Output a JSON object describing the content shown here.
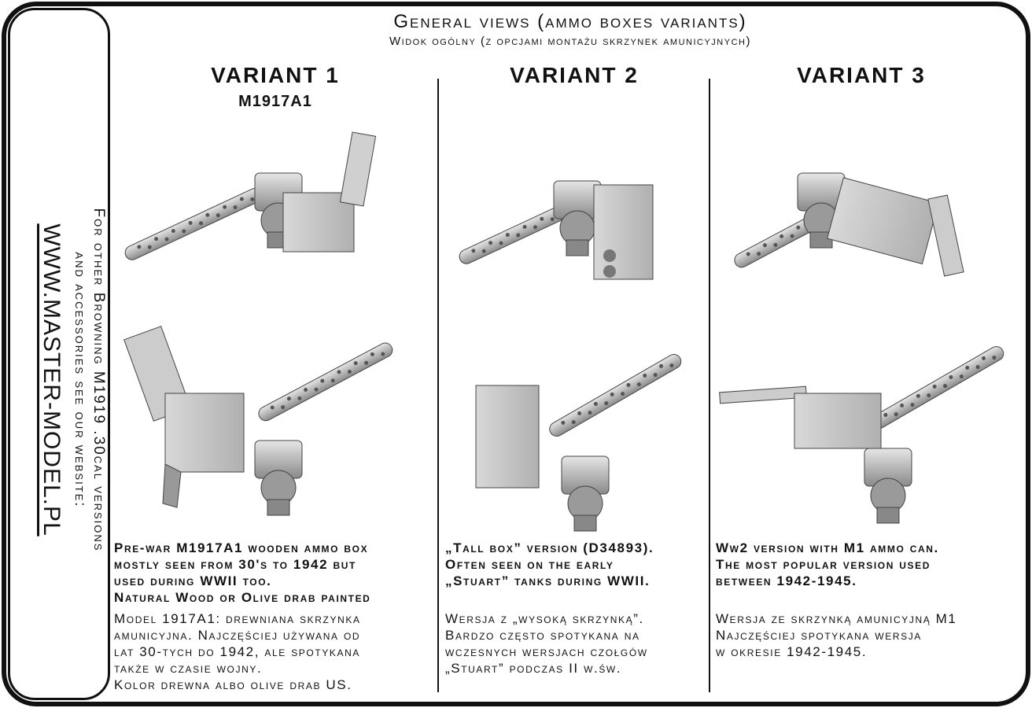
{
  "header": {
    "title": "General views (ammo boxes variants)",
    "subtitle": "Widok ogólny (z opcjami montażu skrzynek amunicyjnych)"
  },
  "sidebar": {
    "line1": "For other Browning M1919 .30cal versions",
    "line2": "and accessories see our website:",
    "website": "WWW.MASTER-MODEL.PL"
  },
  "variants": [
    {
      "heading": "VARIANT 1",
      "subheading": "M1917A1",
      "en": [
        "Pre-war M1917A1 wooden ammo box",
        "mostly seen from 30's to 1942 but",
        "used during WWII too.",
        "Natural Wood or Olive drab painted"
      ],
      "pl": [
        "Model 1917A1: drewniana skrzynka",
        "amunicyjna. Najczęściej używana od",
        "lat 30-tych do 1942, ale spotykana",
        "także w czasie wojny.",
        "Kolor drewna albo olive drab US."
      ]
    },
    {
      "heading": "VARIANT 2",
      "en": [
        "„Tall box” version (D34893).",
        "Often seen on the early",
        "„Stuart” tanks during WWII."
      ],
      "pl": [
        "Wersja z „wysoką skrzynką”.",
        "Bardzo często spotykana na",
        "wczesnych wersjach czołgów",
        "„Stuart” podczas II w.św."
      ]
    },
    {
      "heading": "VARIANT 3",
      "en": [
        "Ww2 version with M1 ammo can.",
        "The most popular version used",
        "between 1942-1945."
      ],
      "pl": [
        "Wersja ze skrzynką amunicyjną M1",
        "Najczęściej spotykana wersja",
        "w okresie 1942-1945."
      ]
    }
  ]
}
